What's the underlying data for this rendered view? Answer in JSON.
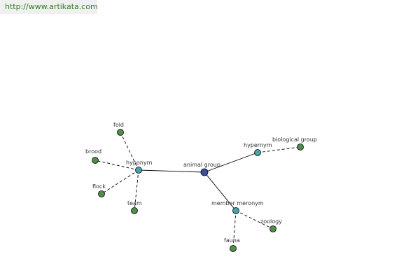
{
  "header": {
    "url": "http://www.artikata.com"
  },
  "colors": {
    "center_node": "#3a4fa0",
    "relation_node": "#4aa3a8",
    "term_node": "#4f8f4a"
  },
  "graph": {
    "center": {
      "id": "animal-group",
      "label": "animal group"
    },
    "relations": [
      {
        "id": "hyponym",
        "label": "hyponym"
      },
      {
        "id": "hypernym",
        "label": "hypernym"
      },
      {
        "id": "member-meronym",
        "label": "member meronym"
      }
    ],
    "terms": [
      {
        "id": "fold",
        "label": "fold",
        "relation": "hyponym"
      },
      {
        "id": "brood",
        "label": "brood",
        "relation": "hyponym"
      },
      {
        "id": "flock",
        "label": "flock",
        "relation": "hyponym"
      },
      {
        "id": "team",
        "label": "team",
        "relation": "hyponym"
      },
      {
        "id": "biological-group",
        "label": "biological group",
        "relation": "hypernym"
      },
      {
        "id": "zoology",
        "label": "zoology",
        "relation": "member-meronym"
      },
      {
        "id": "fauna",
        "label": "fauna",
        "relation": "member-meronym"
      }
    ]
  }
}
